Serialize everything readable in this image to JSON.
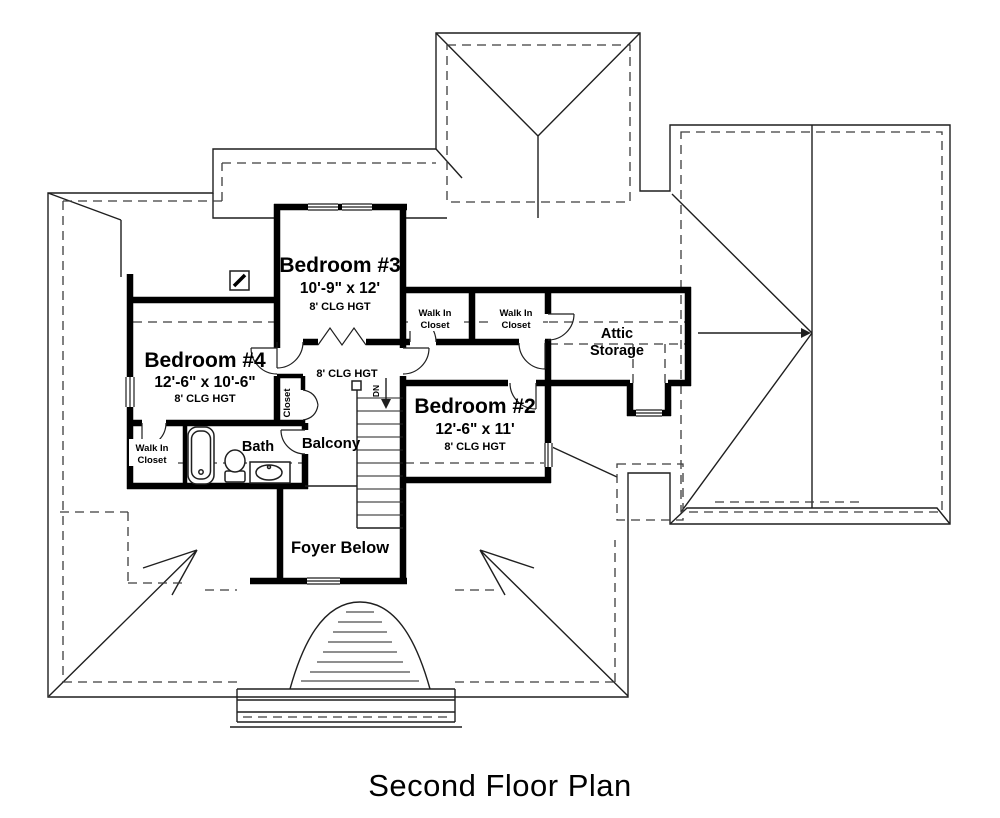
{
  "title": "Second Floor Plan",
  "colors": {
    "background": "#ffffff",
    "walls": "#000000",
    "roof_lines": "#1f1f1f",
    "dashed_lines": "#3c3c3c"
  },
  "rooms": {
    "bedroom3": {
      "name": "Bedroom #3",
      "dims": "10'-9\" x 12'",
      "ceiling": "8' CLG HGT"
    },
    "bedroom4": {
      "name": "Bedroom #4",
      "dims": "12'-6\" x 10'-6\"",
      "ceiling": "8' CLG HGT"
    },
    "bedroom2": {
      "name": "Bedroom #2",
      "dims": "12'-6\" x 11'",
      "ceiling": "8' CLG HGT"
    },
    "attic": {
      "line1": "Attic",
      "line2": "Storage"
    },
    "walk_in_closet_a": {
      "line1": "Walk In",
      "line2": "Closet"
    },
    "walk_in_closet_b": {
      "line1": "Walk In",
      "line2": "Closet"
    },
    "walk_in_closet_c": {
      "line1": "Walk In",
      "line2": "Closet"
    },
    "bath": {
      "name": "Bath"
    },
    "balcony": {
      "name": "Balcony"
    },
    "closet": {
      "name": "Closet"
    },
    "foyer": {
      "name": "Foyer Below"
    },
    "hall_ceiling": "8' CLG HGT",
    "stairs": {
      "direction": "DN"
    }
  }
}
